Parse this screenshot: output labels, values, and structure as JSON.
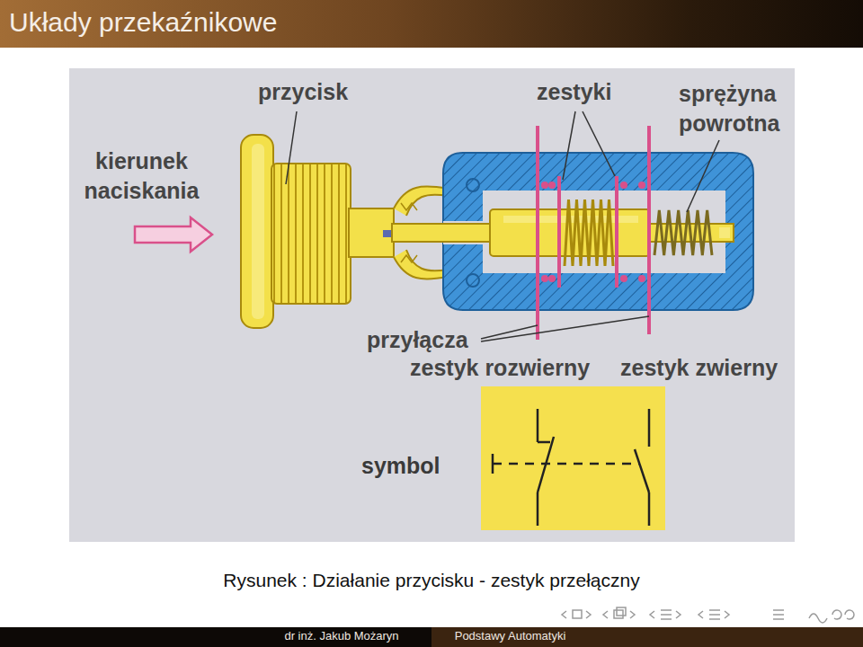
{
  "diagram": {
    "title": "Układy przekaźnikowe",
    "caption": "Rysunek : Działanie przycisku - zestyk przełączny",
    "labels": [
      "przycisk",
      "zestyki",
      "sprężyna powrotna",
      "kierunek naciskania",
      "przyłącza",
      "zestyk rozwierny",
      "zestyk zwierny",
      "symbol",
      "dr inż. Jakub Możaryn",
      "Podstawy Automatyki"
    ]
  }
}
